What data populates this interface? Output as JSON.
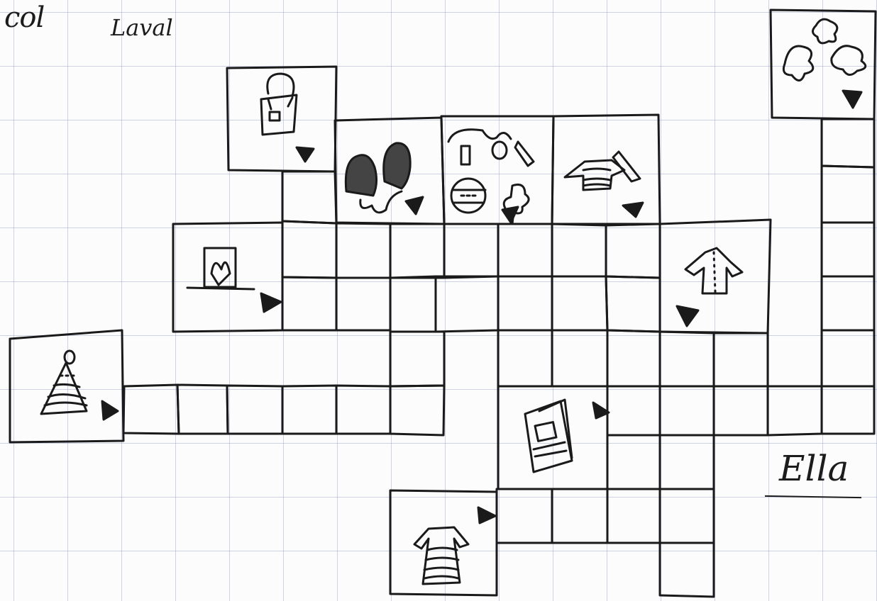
{
  "drawing": {
    "title_word_1": "col",
    "title_word_2": "Laval",
    "signature": "Ella",
    "ink_color": "#1a1a1a",
    "grid_color": "#a9afd6",
    "paper_color": "#fcfcfc"
  },
  "board": {
    "picture_squares": [
      {
        "item": "hat-icon",
        "pointer": "right"
      },
      {
        "item": "picture-frame-icon",
        "pointer": "right"
      },
      {
        "item": "bag-icon",
        "pointer": "down"
      },
      {
        "item": "mittens-icon",
        "pointer": "down"
      },
      {
        "item": "earmuffs-hat-leaf-icon",
        "pointer": "down"
      },
      {
        "item": "sweater-scarf-icon",
        "pointer": "down"
      },
      {
        "item": "snowflakes-icon",
        "pointer": "down"
      },
      {
        "item": "coat-icon",
        "pointer": "down"
      },
      {
        "item": "book-icon",
        "pointer": "right"
      },
      {
        "item": "dress-icon",
        "pointer": "right"
      }
    ]
  }
}
